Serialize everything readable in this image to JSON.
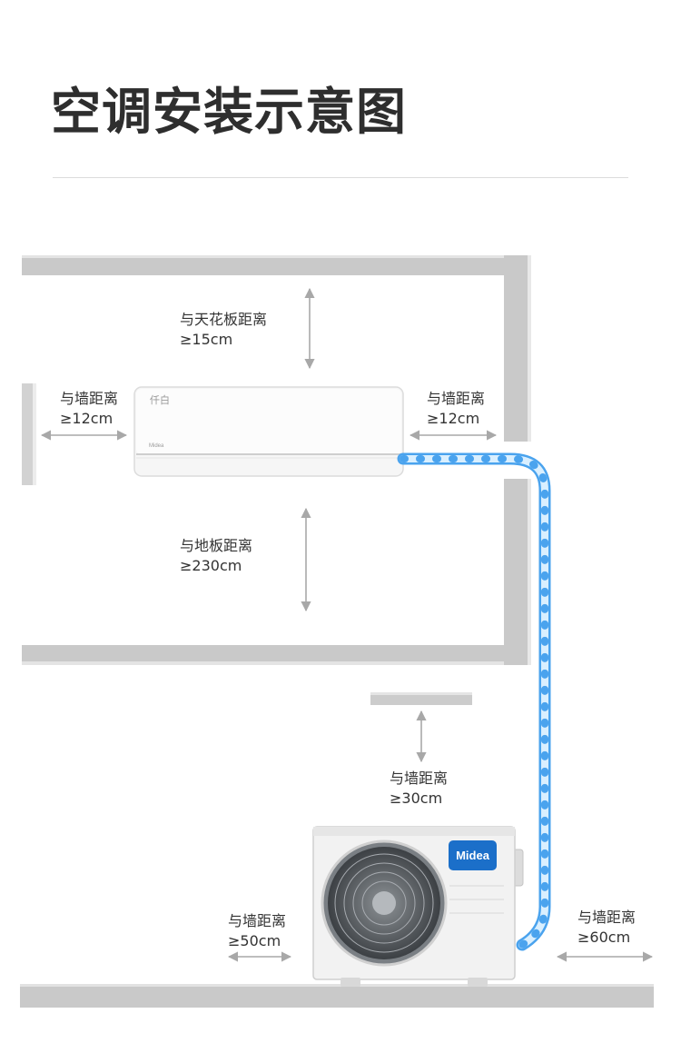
{
  "title": "空调安装示意图",
  "labels": {
    "ceiling": {
      "name": "与天花板距离",
      "value": "≥15cm"
    },
    "left_wall": {
      "name": "与墙距离",
      "value": "≥12cm"
    },
    "right_wall": {
      "name": "与墙距离",
      "value": "≥12cm"
    },
    "floor": {
      "name": "与地板距离",
      "value": "≥230cm"
    },
    "outdoor_top": {
      "name": "与墙距离",
      "value": "≥30cm"
    },
    "outdoor_left": {
      "name": "与墙距离",
      "value": "≥50cm"
    },
    "outdoor_right": {
      "name": "与墙距离",
      "value": "≥60cm"
    }
  },
  "brand": {
    "outdoor": "Midea",
    "indoor_logo": "仟白",
    "indoor_brand": "Midea"
  },
  "colors": {
    "pipe": "#4aa3ee",
    "wall": "#c8c8c8",
    "arrow": "#a8a8a8",
    "brand_blue": "#1b6fc9"
  }
}
